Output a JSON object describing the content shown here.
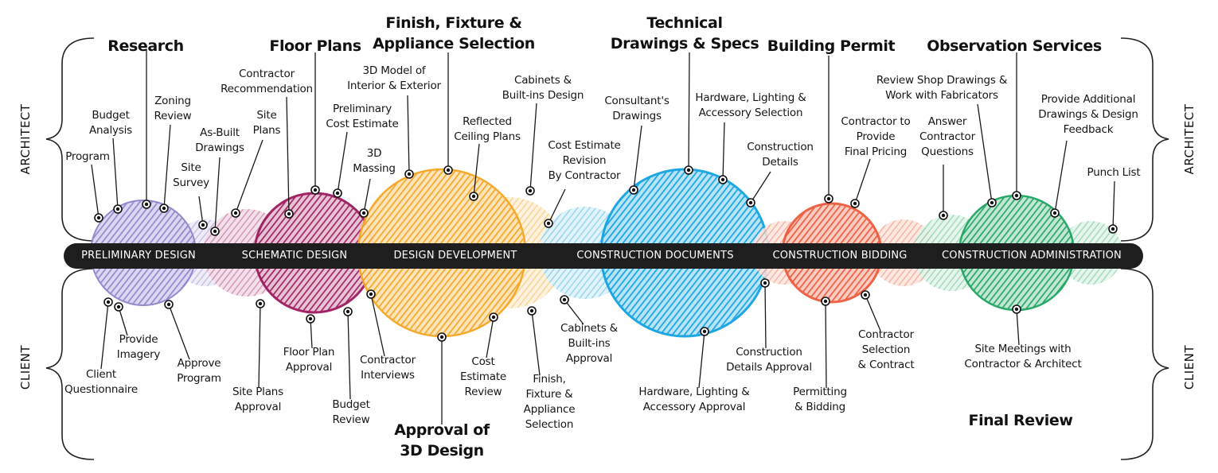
{
  "sides": {
    "architect": "ARCHITECT",
    "client": "CLIENT"
  },
  "phases": [
    "PRELIMINARY DESIGN",
    "SCHEMATIC DESIGN",
    "DESIGN DEVELOPMENT",
    "CONSTRUCTION DOCUMENTS",
    "CONSTRUCTION BIDDING",
    "CONSTRUCTION ADMINISTRATION"
  ],
  "headings": {
    "research": "Research",
    "floor_plans": "Floor Plans",
    "finish_fixture": "Finish, Fixture &\nAppliance Selection",
    "technical": "Technical\nDrawings & Specs",
    "permit": "Building Permit",
    "observation": "Observation Services",
    "approval_3d": "Approval of\n3D Design",
    "final_review": "Final Review"
  },
  "architect_tasks": {
    "program": "Program",
    "budget": "Budget\nAnalysis",
    "zoning": "Zoning\nReview",
    "site_survey": "Site\nSurvey",
    "as_built": "As-Built\nDrawings",
    "site_plans": "Site\nPlans",
    "contractor_rec": "Contractor\nRecommendation",
    "prelim_cost": "Preliminary\nCost Estimate",
    "massing": "3D\nMassing",
    "model_3d": "3D Model of\nInterior & Exterior",
    "reflected": "Reflected\nCeiling Plans",
    "cabinets": "Cabinets &\nBuilt-ins Design",
    "cost_revision": "Cost Estimate\nRevision\nBy Contractor",
    "consultants": "Consultant's\nDrawings",
    "hardware": "Hardware, Lighting &\nAccessory Selection",
    "construction_details": "Construction\nDetails",
    "contractor_pricing": "Contractor to\nProvide\nFinal Pricing",
    "answer_questions": "Answer\nContractor\nQuestions",
    "shop_drawings": "Review Shop Drawings &\nWork with Fabricators",
    "additional_drawings": "Provide Additional\nDrawings & Design\nFeedback",
    "punch_list": "Punch List"
  },
  "client_tasks": {
    "questionnaire": "Client\nQuestionnaire",
    "imagery": "Provide\nImagery",
    "approve_program": "Approve\nProgram",
    "site_plans_approval": "Site Plans\nApproval",
    "floor_plan_approval": "Floor Plan\nApproval",
    "budget_review": "Budget\nReview",
    "contractor_interviews": "Contractor\nInterviews",
    "cost_review": "Cost\nEstimate\nReview",
    "finish_selection": "Finish,\nFixture &\nAppliance\nSelection",
    "cabinets_approval": "Cabinets &\nBuilt-ins\nApproval",
    "hardware_approval": "Hardware, Lighting &\nAccessory Approval",
    "details_approval": "Construction\nDetails Approval",
    "permitting": "Permitting\n& Bidding",
    "contractor_selection": "Contractor\nSelection\n& Contract",
    "site_meetings": "Site Meetings with\nContractor & Architect"
  },
  "colors": {
    "preliminary": "#8b7cc8",
    "schematic": "#9c1a5e",
    "development": "#f5a623",
    "documents": "#12a3e0",
    "bidding": "#ee5a3c",
    "administration": "#1fa463",
    "bar": "#1e1e1e"
  }
}
